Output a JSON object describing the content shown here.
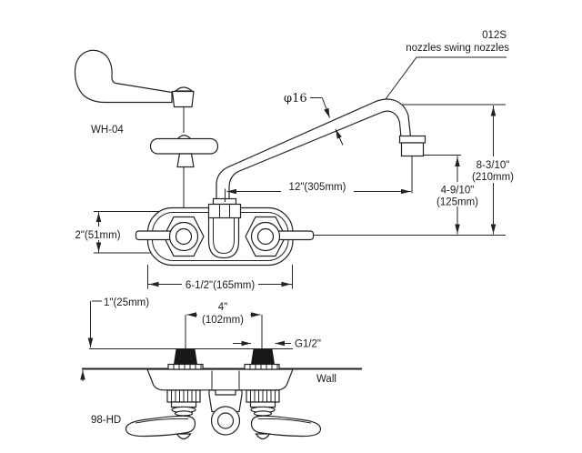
{
  "drawing": {
    "callout": {
      "model": "012S",
      "desc": "nozzles swing nozzles"
    },
    "labels": {
      "wrist_handle": "WH-04",
      "lever_handle": "98-HD",
      "wall": "Wall",
      "thread_size": "G1/2\"",
      "spout_dia": "φ16"
    },
    "dims": {
      "spout_reach": "12\"(305mm)",
      "total_height_in": "8-3/10\"",
      "total_height_mm": "(210mm)",
      "outlet_height_in": "4-9/10\"",
      "outlet_height_mm": "(125mm)",
      "body_height": "2\"(51mm)",
      "body_width": "6-1/2\"(165mm)",
      "shank_length": "1\"(25mm)",
      "centers_in": "4\"",
      "centers_mm": "(102mm)"
    },
    "colors": {
      "line": "#222222",
      "text": "#1a1a1a",
      "background": "#ffffff"
    }
  }
}
